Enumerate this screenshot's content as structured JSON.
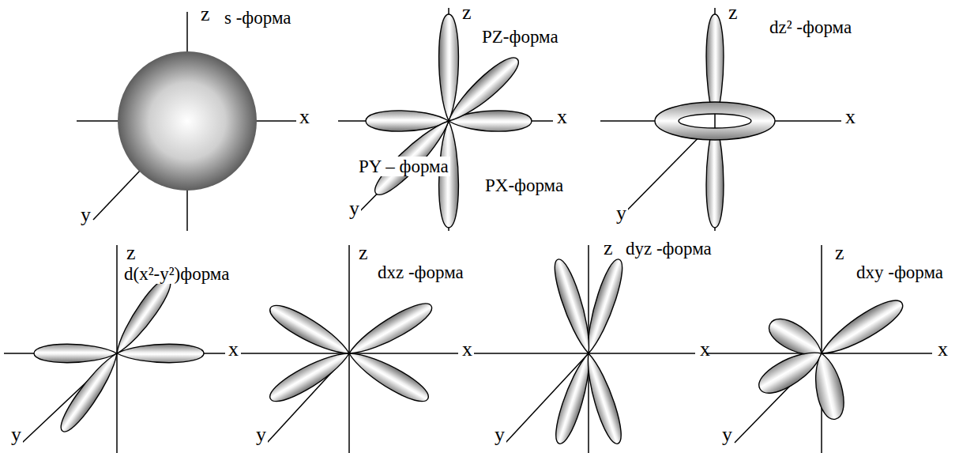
{
  "diagram": {
    "labels": [
      "z",
      "s -форма",
      "x",
      "y",
      "z",
      "PZ-форма",
      "x",
      "PY – форма",
      "y",
      "PX-форма",
      "z",
      "dz² -форма",
      "x",
      "y",
      "z",
      "d(x²-y²)форма",
      "x",
      "y",
      "z",
      "dxz -форма",
      "x",
      "y",
      "z",
      "dyz -форма",
      "x",
      "y",
      "z",
      "dxy -форма",
      "x",
      "y"
    ]
  }
}
